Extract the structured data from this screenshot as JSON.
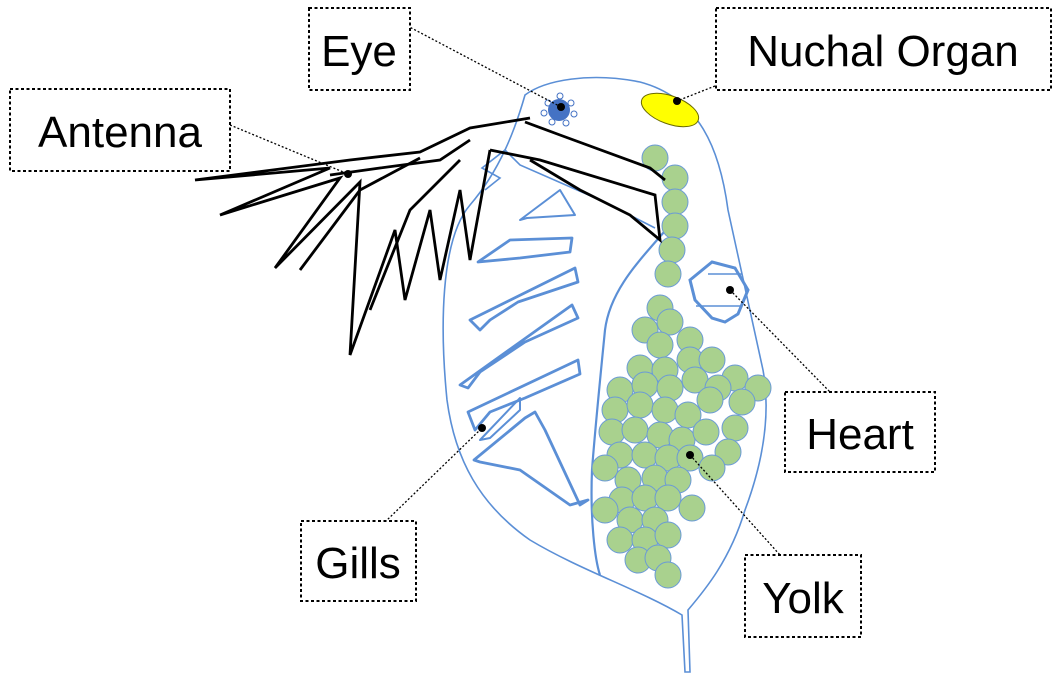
{
  "diagram": {
    "subject": "daphnia",
    "labels": {
      "eye": "Eye",
      "nuchal_organ": "Nuchal Organ",
      "antenna": "Antenna",
      "heart": "Heart",
      "gills": "Gills",
      "yolk": "Yolk"
    }
  },
  "colors": {
    "body_outline": "#5b8fd6",
    "yolk_fill": "#a9d18e",
    "yolk_stroke": "#6a9ad6",
    "eye_fill": "#4472c4",
    "nuchal_fill": "#ffff00",
    "antenna_stroke": "#000000",
    "leader_line": "#000000"
  }
}
